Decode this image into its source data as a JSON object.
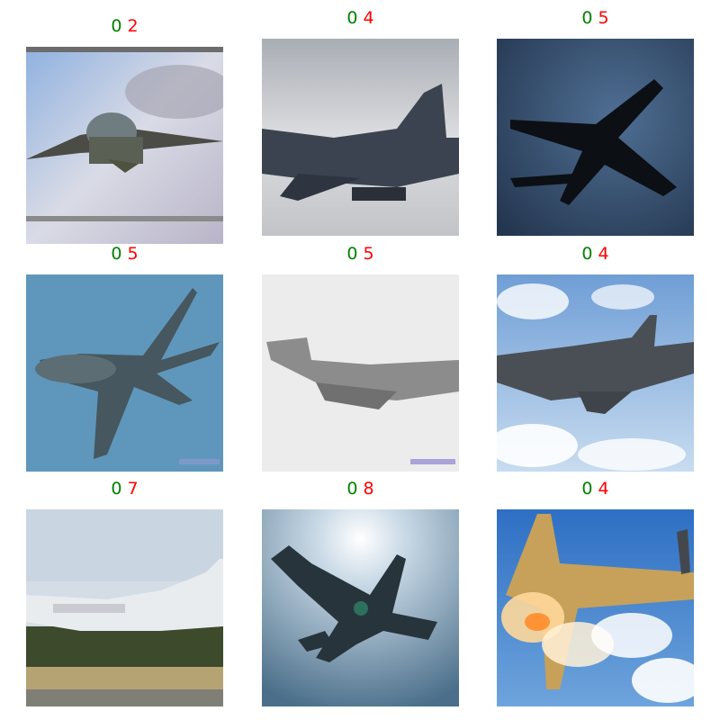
{
  "grid": [
    {
      "true_label": "0",
      "pred_label": "2"
    },
    {
      "true_label": "0",
      "pred_label": "4"
    },
    {
      "true_label": "0",
      "pred_label": "5"
    },
    {
      "true_label": "0",
      "pred_label": "5"
    },
    {
      "true_label": "0",
      "pred_label": "5"
    },
    {
      "true_label": "0",
      "pred_label": "4"
    },
    {
      "true_label": "0",
      "pred_label": "7"
    },
    {
      "true_label": "0",
      "pred_label": "8"
    },
    {
      "true_label": "0",
      "pred_label": "4"
    }
  ],
  "colors": {
    "true_label": "#008000",
    "pred_label": "#ff0000"
  }
}
